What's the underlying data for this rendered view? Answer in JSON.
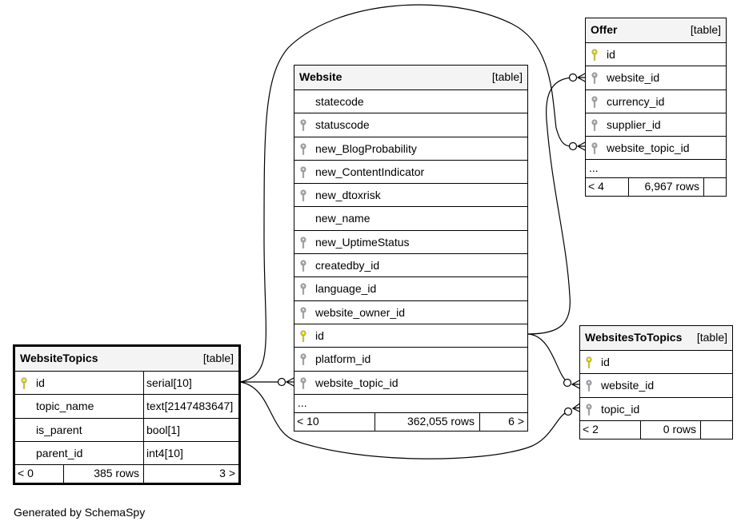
{
  "tables": {
    "website": {
      "name": "Website",
      "kind": "[table]",
      "columns": [
        "statecode",
        "statuscode",
        "new_BlogProbability",
        "new_ContentIndicator",
        "new_dtoxrisk",
        "new_name",
        "new_UptimeStatus",
        "createdby_id",
        "language_id",
        "website_owner_id",
        "id",
        "platform_id",
        "website_topic_id"
      ],
      "key_icons": [
        "none",
        "fk",
        "fk",
        "fk",
        "fk",
        "none",
        "fk",
        "fk",
        "fk",
        "fk",
        "pk",
        "fk",
        "fk"
      ],
      "more": "...",
      "footer": {
        "parents": "< 10",
        "rows": "362,055 rows",
        "children": "6 >"
      }
    },
    "offer": {
      "name": "Offer",
      "kind": "[table]",
      "columns": [
        "id",
        "website_id",
        "currency_id",
        "supplier_id",
        "website_topic_id"
      ],
      "key_icons": [
        "pk",
        "fk",
        "fk",
        "fk",
        "fk"
      ],
      "more": "...",
      "footer": {
        "parents": "< 4",
        "rows": "6,967 rows",
        "children": ""
      }
    },
    "websites_to_topics": {
      "name": "WebsitesToTopics",
      "kind": "[table]",
      "columns": [
        "id",
        "website_id",
        "topic_id"
      ],
      "key_icons": [
        "pk",
        "fk",
        "fk"
      ],
      "footer": {
        "parents": "< 2",
        "rows": "0 rows",
        "children": ""
      }
    },
    "website_topics": {
      "name": "WebsiteTopics",
      "kind": "[table]",
      "columns": [
        "id",
        "topic_name",
        "is_parent",
        "parent_id"
      ],
      "types": [
        "serial[10]",
        "text[2147483647]",
        "bool[1]",
        "int4[10]"
      ],
      "key_icons": [
        "pk",
        "none",
        "none",
        "none"
      ],
      "footer": {
        "parents": "< 0",
        "rows": "385 rows",
        "children": "3 >"
      }
    }
  },
  "icon_colors": {
    "primary_key": "#e0d800",
    "foreign_key": "#a8a8a8"
  },
  "generated_by": "Generated by SchemaSpy"
}
